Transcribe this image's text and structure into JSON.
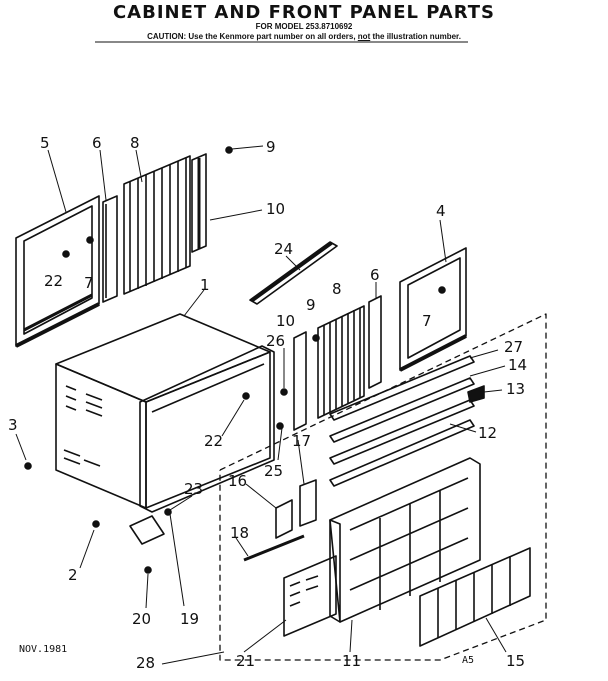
{
  "header": {
    "title": "CABINET AND FRONT PANEL PARTS",
    "model_line": "FOR MODEL 253.8710692",
    "caution_prefix": "CAUTION: Use the Kenmore part number on all orders,",
    "caution_emphasis": "not",
    "caution_suffix": "the illustration number."
  },
  "callouts": [
    "1",
    "2",
    "3",
    "4",
    "5",
    "6",
    "6",
    "7",
    "7",
    "8",
    "8",
    "9",
    "9",
    "10",
    "10",
    "11",
    "12",
    "13",
    "14",
    "15",
    "16",
    "17",
    "18",
    "19",
    "20",
    "21",
    "22",
    "22",
    "23",
    "24",
    "25",
    "26",
    "27",
    "28"
  ],
  "footer": {
    "date": "NOV.1981",
    "code": "A5"
  }
}
